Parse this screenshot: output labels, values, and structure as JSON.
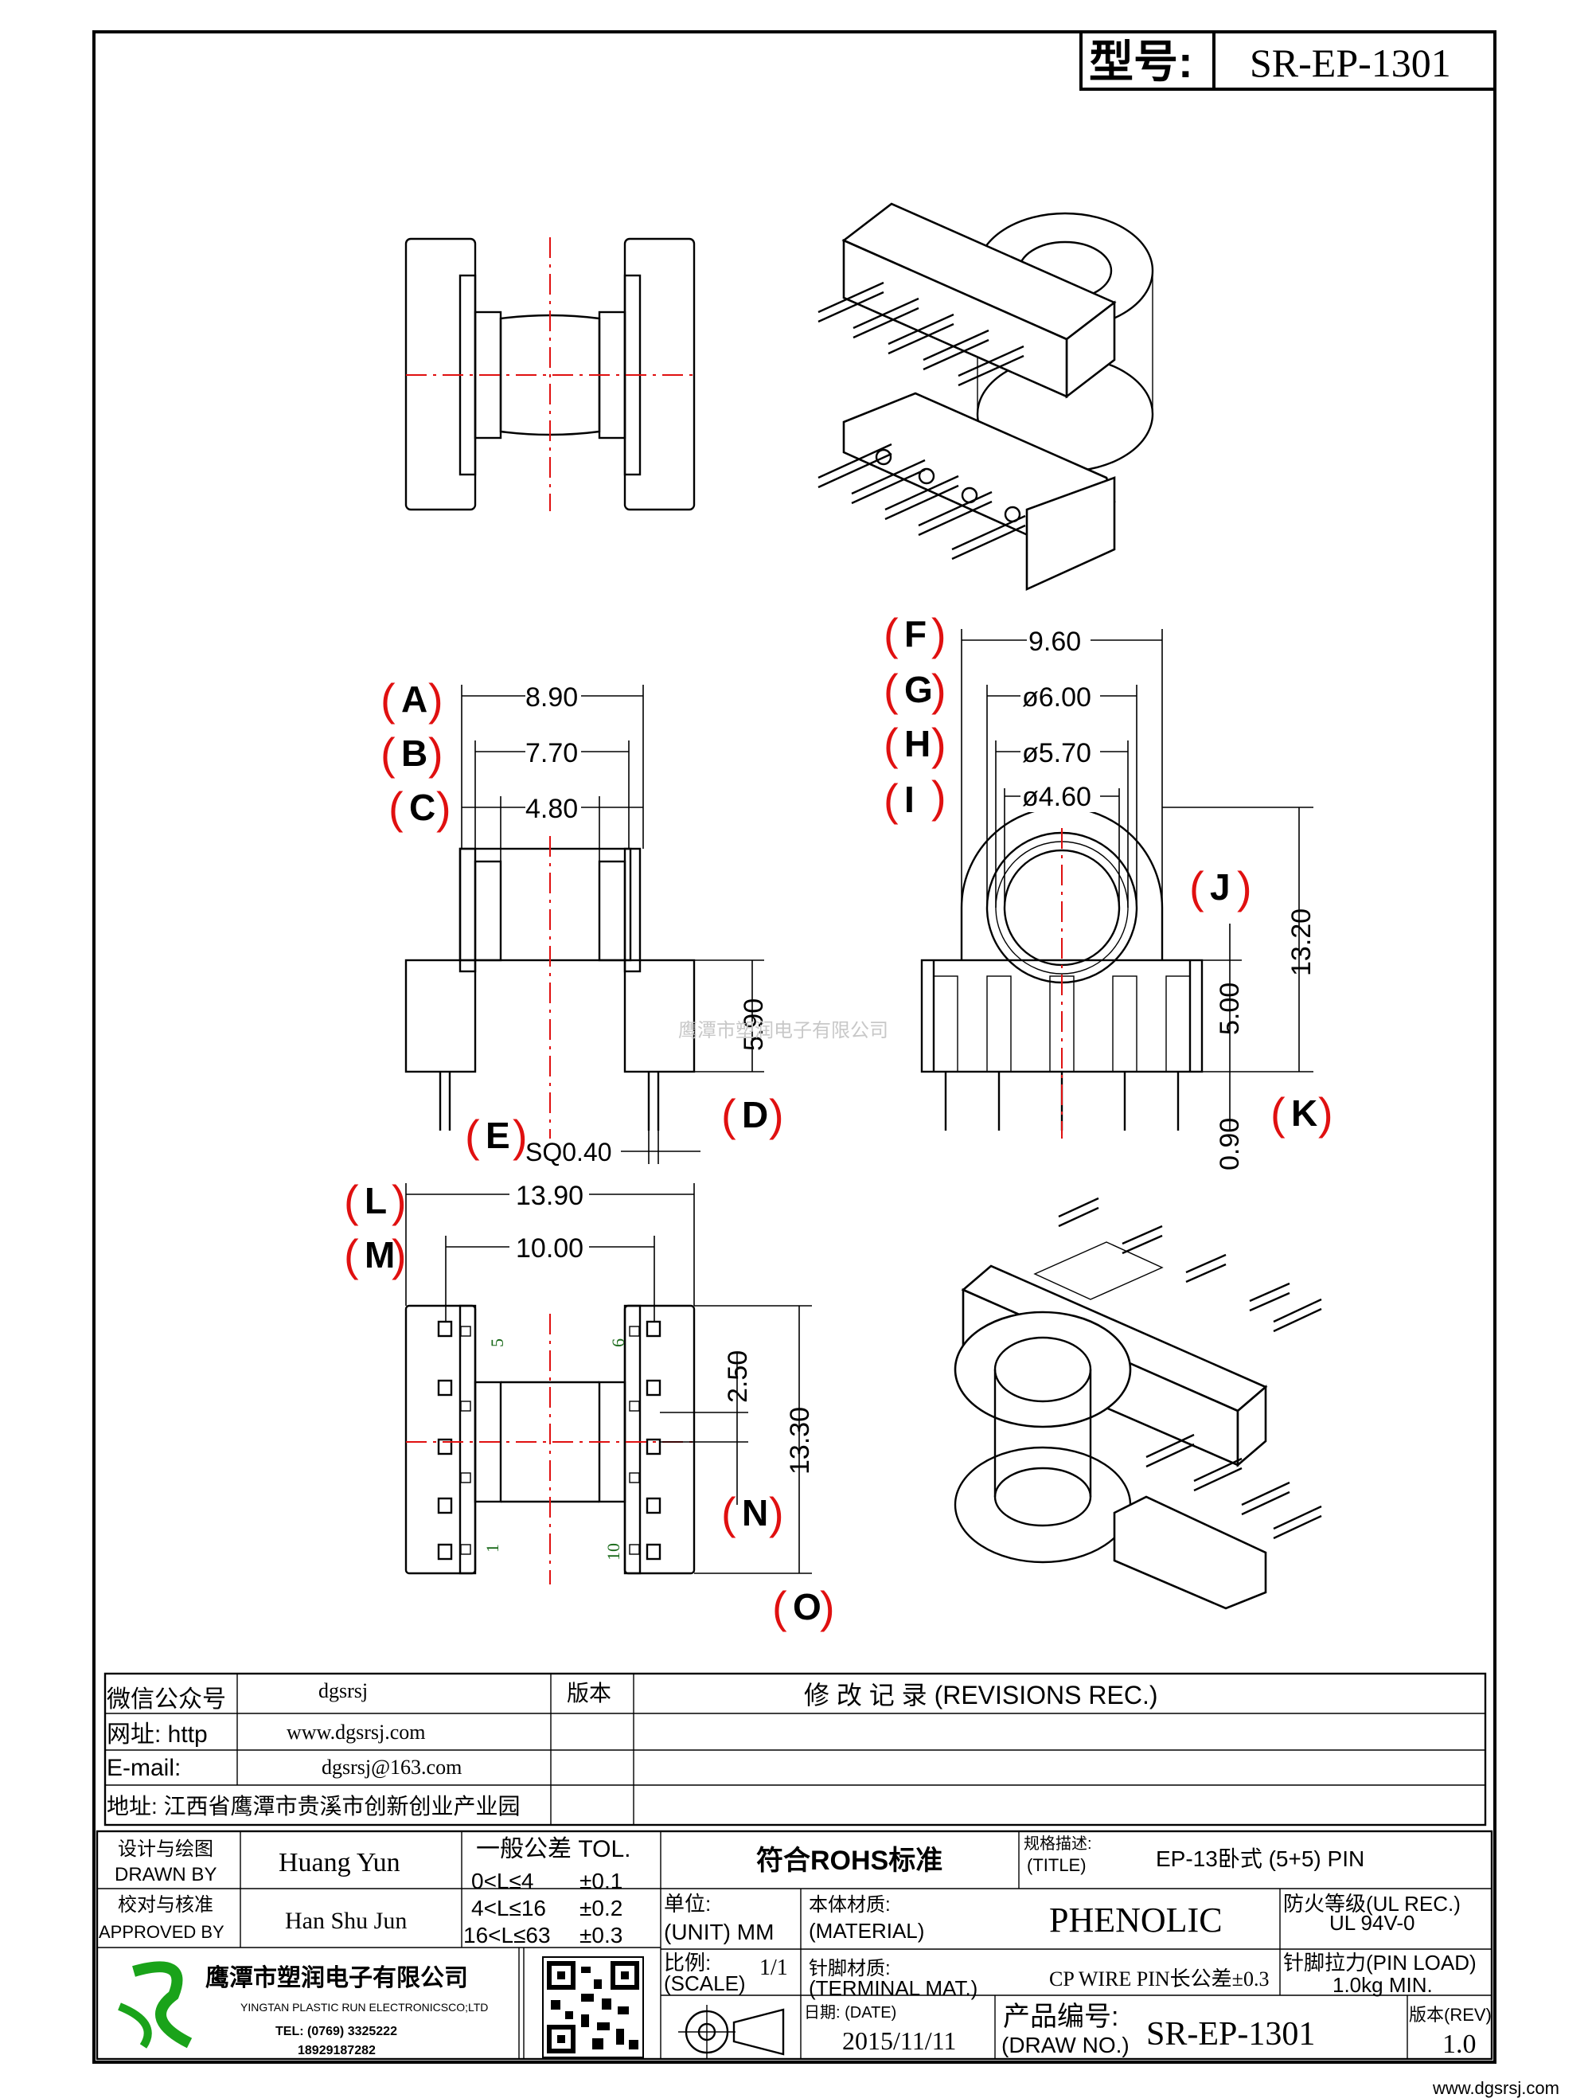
{
  "header": {
    "model_label": "型号:",
    "model_value": "SR-EP-1301"
  },
  "dimensions": {
    "A": "8.90",
    "B": "7.70",
    "C": "4.80",
    "D": "5.90",
    "E": "SQ0.40",
    "F": "9.60",
    "G": "ø6.00",
    "H": "ø5.70",
    "I": "ø4.60",
    "J": "5.00",
    "K": "0.90",
    "K_total": "13.20",
    "L": "13.90",
    "M": "10.00",
    "N": "2.50",
    "O": "13.30"
  },
  "letters": [
    "A",
    "B",
    "C",
    "D",
    "E",
    "F",
    "G",
    "H",
    "I",
    "J",
    "K",
    "L",
    "M",
    "N",
    "O"
  ],
  "pin_numbers": {
    "p5": "5",
    "p6": "6",
    "p1": "1",
    "p10": "10"
  },
  "watermark": "鹰潭市塑润电子有限公司",
  "footer_watermark": "www.dgsrsj.com",
  "contact": {
    "wechat_label": "微信公众号",
    "wechat_value": "dgsrsj",
    "web_label": "网址: http",
    "web_value": "www.dgsrsj.com",
    "email_label": "E-mail:",
    "email_value": "dgsrsj@163.com",
    "address": "地址: 江西省鹰潭市贵溪市创新创业产业园"
  },
  "revisions": {
    "version_label": "版本",
    "title": "修 改 记 录 (REVISIONS REC.)"
  },
  "title_block": {
    "drawn_label_cn": "设计与绘图",
    "drawn_label_en": "DRAWN BY",
    "drawn_value": "Huang Yun",
    "approved_label_cn": "校对与核准",
    "approved_label_en": "APPROVED BY",
    "approved_value": "Han Shu Jun",
    "tol_title": "一般公差 TOL.",
    "tol_rows": [
      {
        "range": "0<L≤4",
        "value": "±0.1"
      },
      {
        "range": "4<L≤16",
        "value": "±0.2"
      },
      {
        "range": "16<L≤63",
        "value": "±0.3"
      }
    ],
    "rohs": "符合ROHS标准",
    "title_label": "规格描述:",
    "title_label_en": "(TITLE)",
    "title_value": "EP-13卧式 (5+5) PIN",
    "unit_label": "单位:",
    "unit_value": "(UNIT) MM",
    "material_label": "本体材质:",
    "material_label_en": "(MATERIAL)",
    "material_value": "PHENOLIC",
    "fire_label": "防火等级(UL REC.)",
    "fire_value": "UL 94V-0",
    "scale_label": "比例:",
    "scale_label_en": "(SCALE)",
    "scale_value": "1/1",
    "terminal_label": "针脚材质:",
    "terminal_label_en": "(TERMINAL MAT.)",
    "terminal_value": "CP WIRE  PIN长公差±0.3",
    "pinload_label": "针脚拉力(PIN LOAD)",
    "pinload_value": "1.0kg MIN.",
    "date_label": "日期: (DATE)",
    "date_value": "2015/11/11",
    "drawno_label": "产品编号:",
    "drawno_label_en": "(DRAW NO.)",
    "drawno_value": "SR-EP-1301",
    "rev_label": "版本(REV)",
    "rev_value": "1.0"
  },
  "company": {
    "name_cn": "鹰潭市塑润电子有限公司",
    "name_en": "YINGTAN PLASTIC RUN ELECTRONICSCO;LTD",
    "tel": "TEL: (0769) 3325222",
    "mobile": "18929187282"
  }
}
